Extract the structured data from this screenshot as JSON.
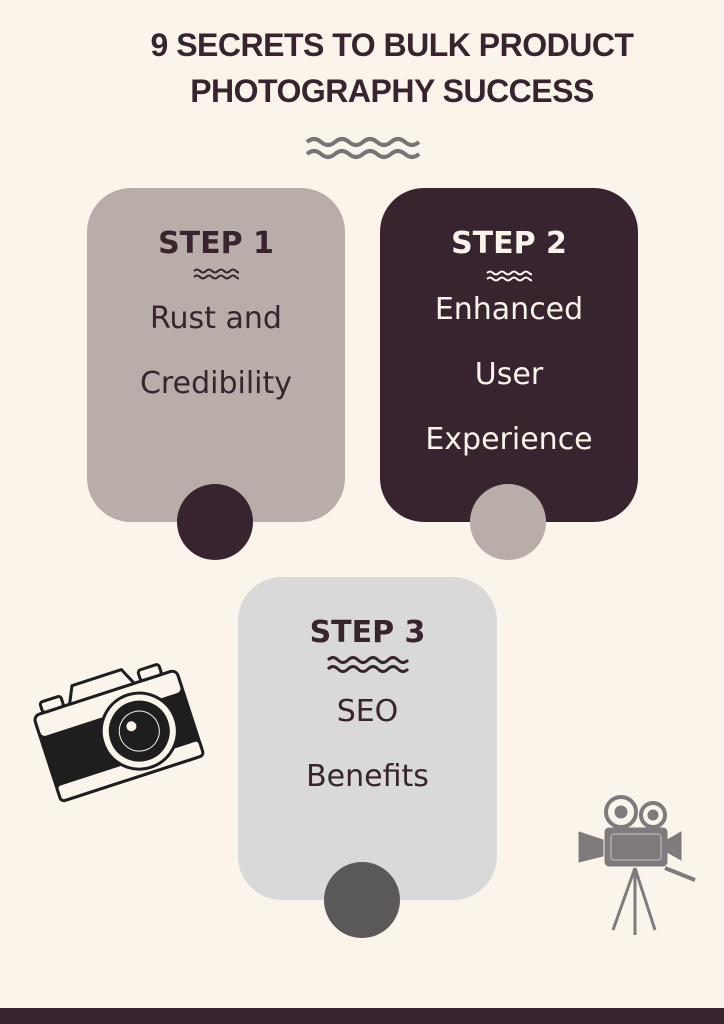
{
  "title": {
    "line1": "9 SECRETS TO BULK PRODUCT",
    "line2": "PHOTOGRAPHY SUCCESS"
  },
  "steps": [
    {
      "label": "STEP 1",
      "lines": [
        "Rust and",
        "Credibility"
      ]
    },
    {
      "label": "STEP 2",
      "lines": [
        "Enhanced",
        "User",
        "Experience"
      ]
    },
    {
      "label": "STEP 3",
      "lines": [
        "SEO",
        "Benefits"
      ]
    }
  ],
  "colors": {
    "background": "#faf4ea",
    "dark": "#37242f",
    "taupe": "#b8ada9",
    "light_gray": "#d9d9d9",
    "gray": "#5a5858"
  },
  "icons": [
    "wave-divider-icon",
    "camera-icon",
    "movie-camera-icon"
  ]
}
